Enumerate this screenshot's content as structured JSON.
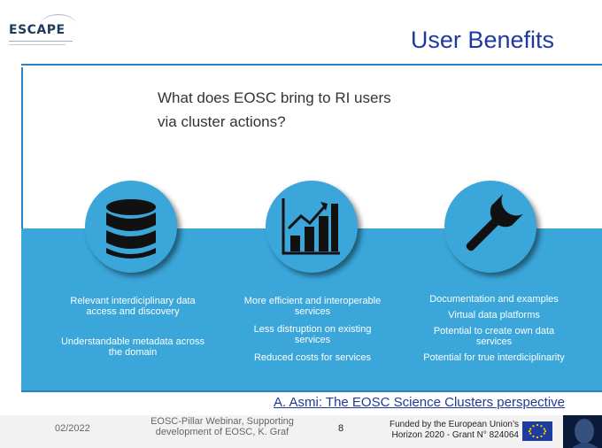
{
  "logo": {
    "text": "ESCAPE"
  },
  "slide": {
    "title": "User Benefits",
    "question_line1": "What does EOSC bring to RI users",
    "question_line2": "via cluster actions?"
  },
  "columns": [
    {
      "icon": "database-icon",
      "items": [
        "Relevant interdiciplinary data access and discovery",
        "Understandable metadata across the domain"
      ]
    },
    {
      "icon": "bar-chart-icon",
      "items": [
        "More efficient and interoperable services",
        "Less distruption on existing services",
        "Reduced costs for services"
      ]
    },
    {
      "icon": "wrench-icon",
      "items": [
        "Documentation and examples",
        "Virtual data platforms",
        "Potential to create own data services",
        "Potential for true interdiciplinarity"
      ]
    }
  ],
  "credit": "A. Asmi: The EOSC Science Clusters perspective",
  "footer": {
    "date": "02/2022",
    "event": "EOSC-Pillar Webinar, Supporting development of EOSC, K. Graf",
    "page": "8",
    "funding_line1": "Funded by the European Union’s",
    "funding_line2": "Horizon 2020 - Grant N° 824064"
  },
  "colors": {
    "accent_blue": "#3aa6d9",
    "title_blue": "#1f3a9c",
    "eu_blue": "#1d3c9c"
  }
}
